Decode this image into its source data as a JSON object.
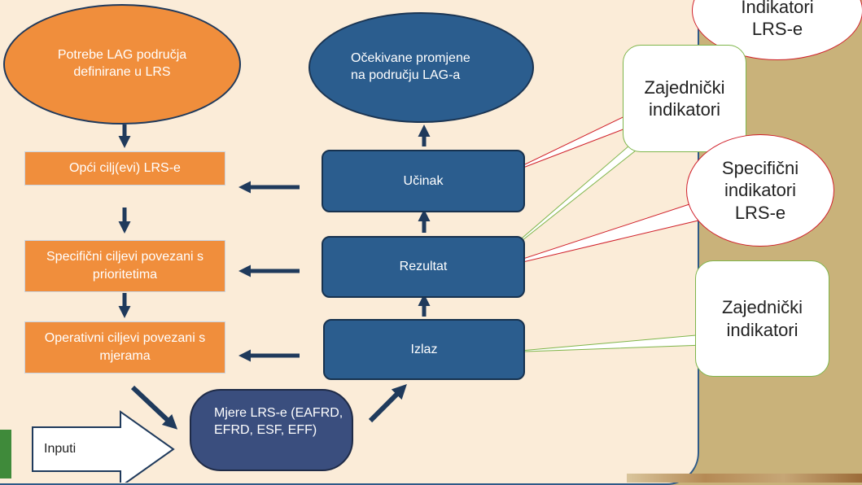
{
  "colors": {
    "background": "#c9b27a",
    "panel": "#fbecd8",
    "orange": "#f08e3c",
    "blue": "#2b5d8e",
    "navy": "#3a4e7e",
    "arrow": "#1f3a5c",
    "green_border": "#7fb54a",
    "red_border": "#d0202a"
  },
  "left_column": {
    "needs": "Potrebe LAG područja definirane u LRS",
    "general_goals": "Opći cilj(evi) LRS-e",
    "specific_goals": "Specifični ciljevi povezani s prioritetima",
    "operational_goals": "Operativni ciljevi povezani s mjerama"
  },
  "right_column": {
    "expected_changes": "Očekivane promjene na području LAG-a",
    "impact": "Učinak",
    "result": "Rezultat",
    "output": "Izlaz"
  },
  "measures": "Mjere LRS-e (EAFRD, EFRD, ESF, EFF)",
  "inputs": "Inputi",
  "callouts": {
    "top_red": "Indikatori LRS-e",
    "common_top": "Zajednički indikatori",
    "specific_red": "Specifični indikatori LRS-e",
    "common_bottom": "Zajednički indikatori"
  }
}
